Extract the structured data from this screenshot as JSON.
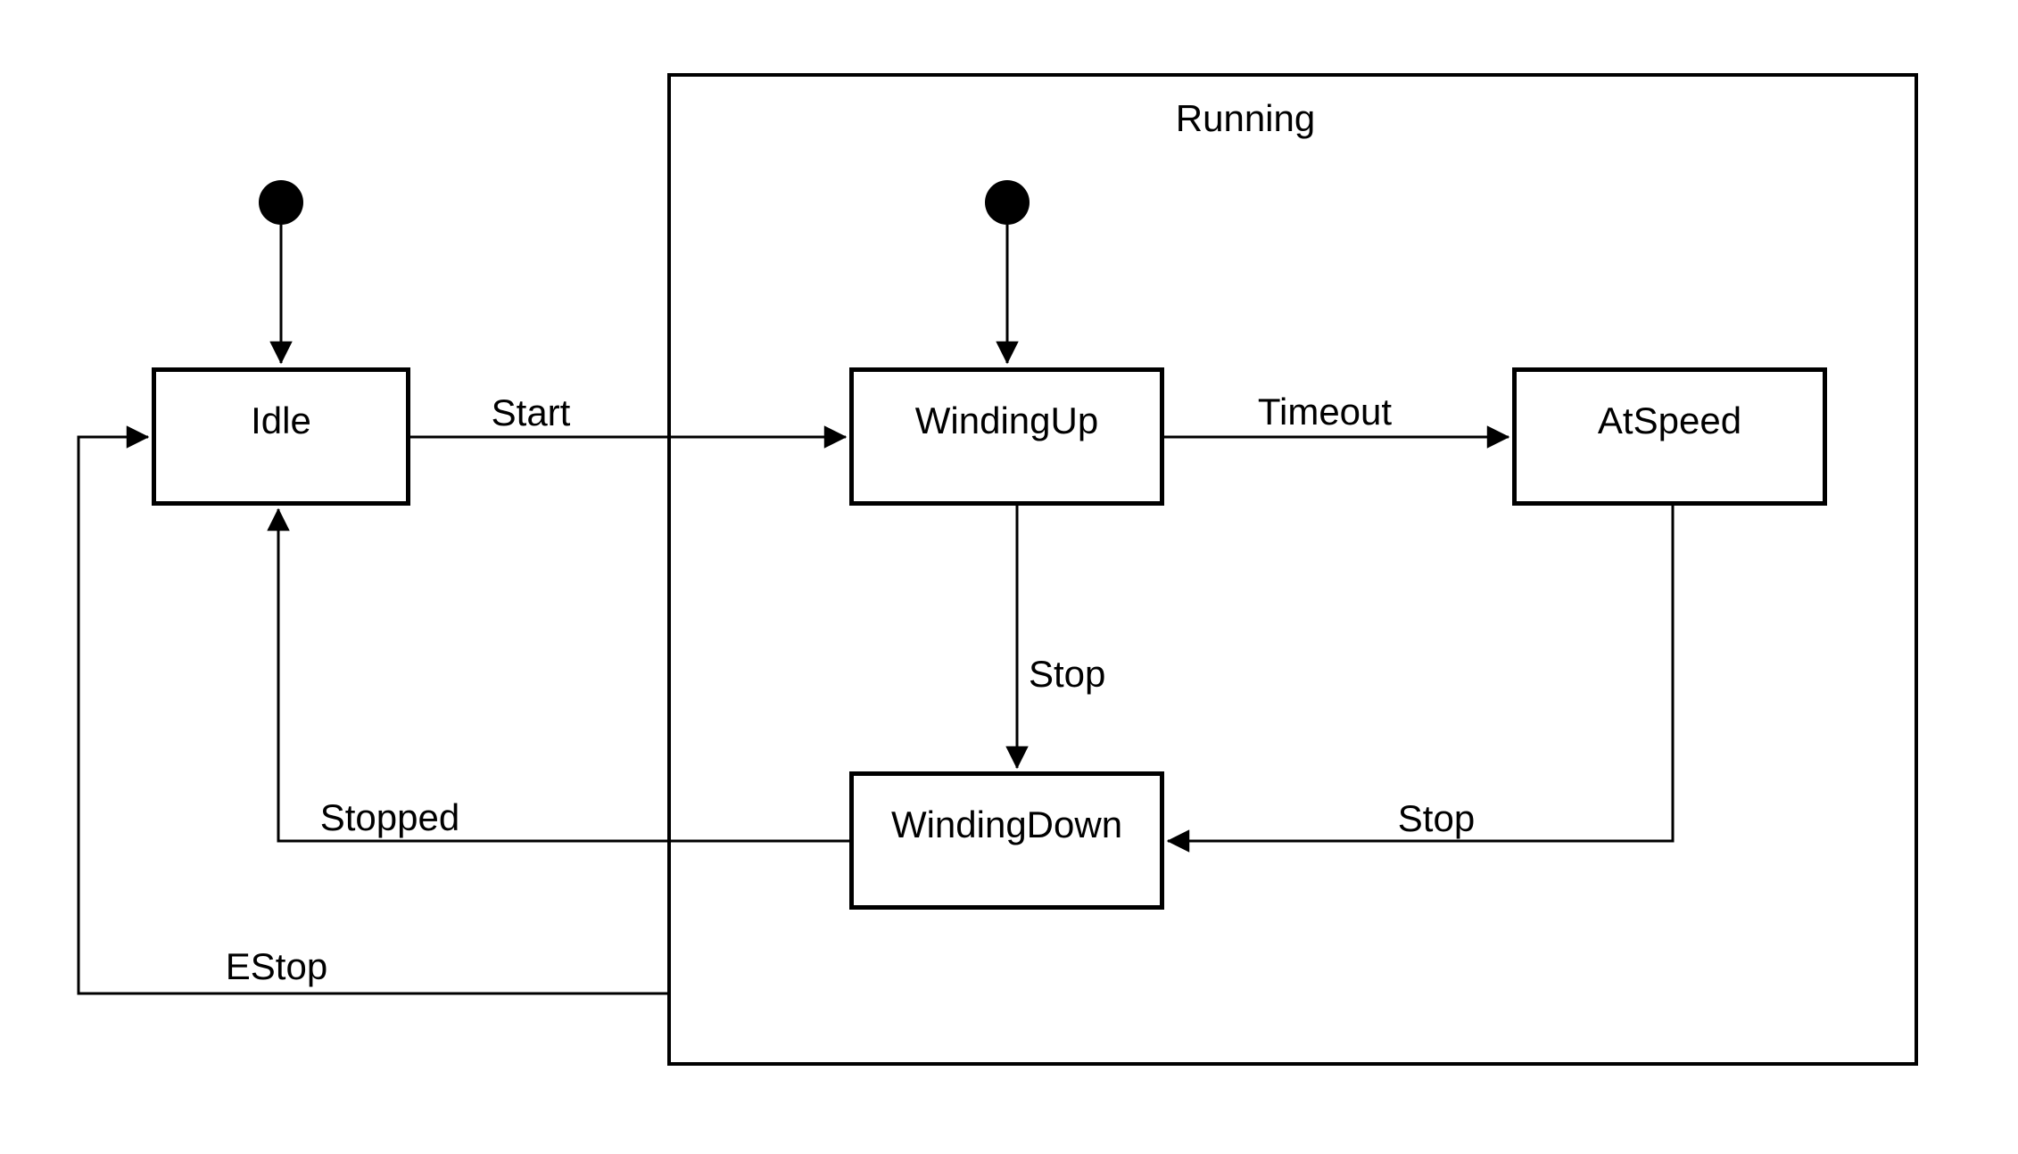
{
  "colors": {
    "background": "#ffffff",
    "line": "#000000",
    "text": "#000000"
  },
  "diagram": {
    "type": "uml-state-machine",
    "composite": {
      "label": "Running"
    },
    "states": [
      {
        "name": "Idle",
        "label": "Idle",
        "inside_running": false
      },
      {
        "name": "WindingUp",
        "label": "WindingUp",
        "inside_running": true
      },
      {
        "name": "AtSpeed",
        "label": "AtSpeed",
        "inside_running": true
      },
      {
        "name": "WindingDown",
        "label": "WindingDown",
        "inside_running": true
      }
    ],
    "initial_markers": [
      {
        "points_to": "Idle"
      },
      {
        "points_to": "WindingUp"
      }
    ],
    "transitions": [
      {
        "from": "initial",
        "to": "Idle",
        "label": ""
      },
      {
        "from": "initial",
        "to": "WindingUp",
        "label": ""
      },
      {
        "from": "Idle",
        "to": "WindingUp",
        "label": "Start"
      },
      {
        "from": "WindingUp",
        "to": "AtSpeed",
        "label": "Timeout"
      },
      {
        "from": "WindingUp",
        "to": "WindingDown",
        "label": "Stop"
      },
      {
        "from": "AtSpeed",
        "to": "WindingDown",
        "label": "Stop"
      },
      {
        "from": "WindingDown",
        "to": "Idle",
        "label": "Stopped"
      },
      {
        "from": "Running",
        "to": "Idle",
        "label": "EStop"
      }
    ]
  }
}
